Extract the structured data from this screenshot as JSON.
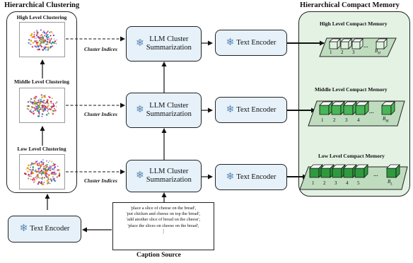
{
  "titles": {
    "hierarchical_clustering": "Hierarchical Clustering",
    "hierarchical_compact_memory": "Hierarchical Compact Memory",
    "caption_source": "Caption Source"
  },
  "clustering_levels": {
    "high": "High Level Clustering",
    "middle": "Middle Level Clustering",
    "low": "Low Level Clustering"
  },
  "cluster_indices_label": "Cluster Indices",
  "summarization": {
    "line1": "LLM Cluster",
    "line2": "Summarization"
  },
  "text_encoder_label": "Text Encoder",
  "memory_levels": {
    "high": {
      "title": "High Level Compact Memory",
      "indices": [
        "1",
        "2",
        "3"
      ],
      "last": "B",
      "sub": "H"
    },
    "middle": {
      "title": "Middle Level Compact Memory",
      "indices": [
        "1",
        "2",
        "3",
        "4"
      ],
      "last": "B",
      "sub": "M"
    },
    "low": {
      "title": "Low Level Compact Memory",
      "indices": [
        "1",
        "2",
        "3",
        "4",
        "5"
      ],
      "last": "B",
      "sub": "L"
    }
  },
  "captions": [
    "'place a slice of cheese on the bread',",
    "'put chicken and cheese on top the bread',",
    "'add another slice of bread on the cheese',",
    "'place the slices on cheese on the bread',",
    "⋮"
  ],
  "icons": {
    "frozen": "snowflake-icon"
  },
  "colors": {
    "box_fill": "#e6f1f9",
    "memory_panel": "#e3f2e3",
    "memory_plate": "#bfdcbf",
    "cube": "#2e9a3e",
    "snowflake": "#5a86b3"
  }
}
